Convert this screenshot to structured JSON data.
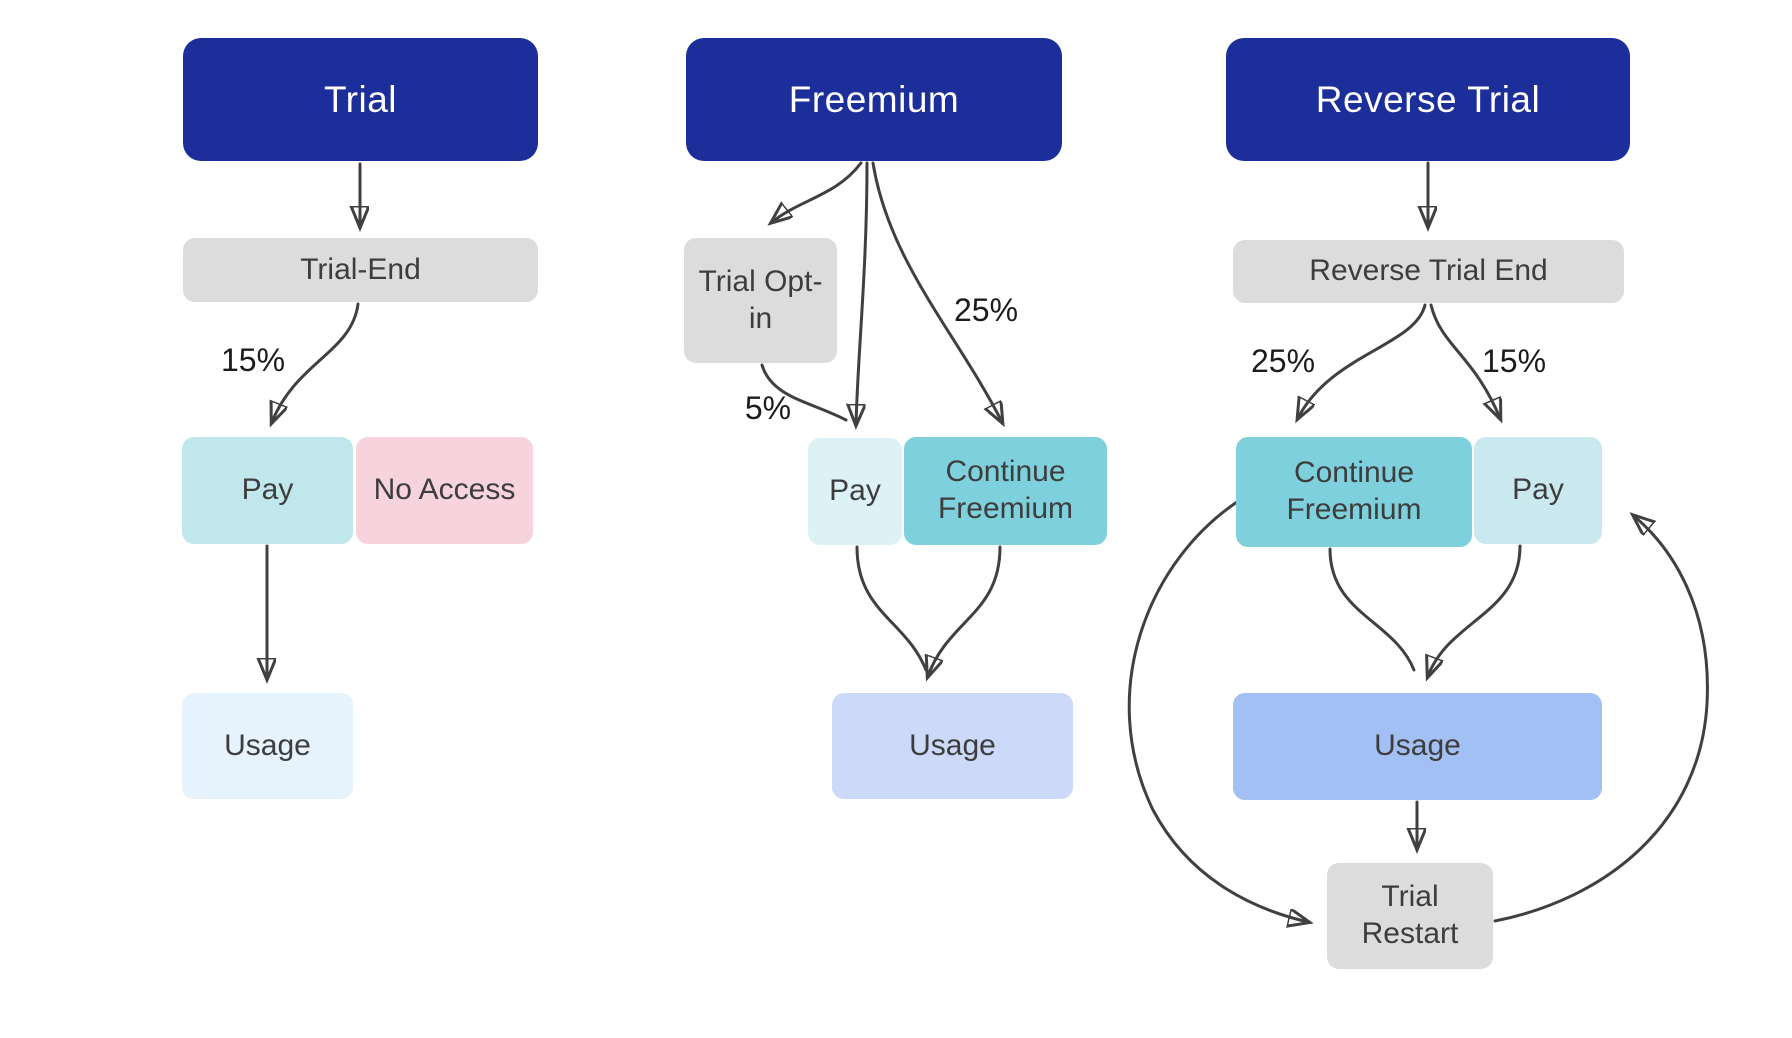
{
  "background": "#ffffff",
  "arrow_color": "#404040",
  "node_text_color": "#3d3d3d",
  "flows": [
    {
      "title": "Trial",
      "title_bg": "#1c2e99",
      "title_color": "#ffffff",
      "nodes": [
        {
          "id": "trial-end",
          "label": "Trial-End",
          "bg": "#dcdcdc"
        },
        {
          "id": "pay",
          "label": "Pay",
          "bg": "#bfe7ec"
        },
        {
          "id": "no-access",
          "label": "No Access",
          "bg": "#f6d3dd"
        },
        {
          "id": "usage",
          "label": "Usage",
          "bg": "#e6f2fc"
        }
      ],
      "edges": [
        {
          "from": "Trial",
          "to": "Trial-End",
          "label": ""
        },
        {
          "from": "Trial-End",
          "to": "Pay",
          "label": "15%"
        },
        {
          "from": "Pay",
          "to": "Usage",
          "label": ""
        }
      ]
    },
    {
      "title": "Freemium",
      "title_bg": "#1c2e99",
      "title_color": "#ffffff",
      "nodes": [
        {
          "id": "trial-opt-in",
          "label": "Trial Opt-in",
          "bg": "#dcdcdc"
        },
        {
          "id": "pay",
          "label": "Pay",
          "bg": "#ddf2f6"
        },
        {
          "id": "continue-freemium",
          "label": "Continue Freemium",
          "bg": "#7ed0dc"
        },
        {
          "id": "usage",
          "label": "Usage",
          "bg": "#ccd9f8"
        }
      ],
      "edges": [
        {
          "from": "Freemium",
          "to": "Trial Opt-in",
          "label": ""
        },
        {
          "from": "Freemium",
          "to": "Pay",
          "label": ""
        },
        {
          "from": "Freemium",
          "to": "Continue Freemium",
          "label": "25%"
        },
        {
          "from": "Trial Opt-in",
          "to": "Pay",
          "label": "5%"
        },
        {
          "from": "Pay",
          "to": "Usage",
          "label": ""
        },
        {
          "from": "Continue Freemium",
          "to": "Usage",
          "label": ""
        }
      ]
    },
    {
      "title": "Reverse Trial",
      "title_bg": "#1c2e99",
      "title_color": "#ffffff",
      "nodes": [
        {
          "id": "reverse-trial-end",
          "label": "Reverse Trial End",
          "bg": "#dcdcdc"
        },
        {
          "id": "continue-freemium",
          "label": "Continue Freemium",
          "bg": "#7ed0dc"
        },
        {
          "id": "pay",
          "label": "Pay",
          "bg": "#c9e9ef"
        },
        {
          "id": "usage",
          "label": "Usage",
          "bg": "#a3c0f4"
        },
        {
          "id": "trial-restart",
          "label": "Trial Restart",
          "bg": "#dcdcdc"
        }
      ],
      "edges": [
        {
          "from": "Reverse Trial",
          "to": "Reverse Trial End",
          "label": ""
        },
        {
          "from": "Reverse Trial End",
          "to": "Continue Freemium",
          "label": "25%"
        },
        {
          "from": "Reverse Trial End",
          "to": "Pay",
          "label": "15%"
        },
        {
          "from": "Continue Freemium",
          "to": "Usage",
          "label": ""
        },
        {
          "from": "Pay",
          "to": "Usage",
          "label": ""
        },
        {
          "from": "Usage",
          "to": "Trial Restart",
          "label": ""
        },
        {
          "from": "Continue Freemium",
          "to": "Trial Restart",
          "label": ""
        },
        {
          "from": "Trial Restart",
          "to": "Pay",
          "label": ""
        }
      ]
    }
  ]
}
